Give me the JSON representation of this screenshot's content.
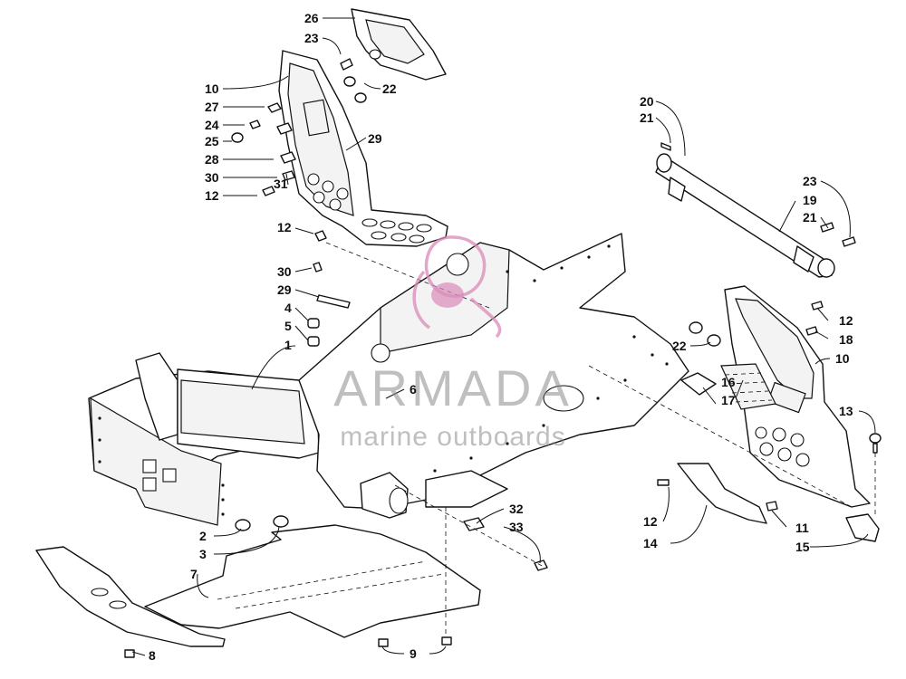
{
  "watermark": {
    "brand": "ARMADA",
    "tagline": "marine outboards",
    "colors": {
      "logo": "#d98ab8",
      "text": "#8c8c8c"
    }
  },
  "callouts": [
    "1",
    "2",
    "3",
    "4",
    "5",
    "6",
    "7",
    "8",
    "9",
    "10",
    "11",
    "12",
    "13",
    "14",
    "15",
    "16",
    "17",
    "18",
    "19",
    "20",
    "21",
    "22",
    "23",
    "24",
    "25",
    "26",
    "27",
    "28",
    "29",
    "30",
    "31",
    "32",
    "33"
  ]
}
